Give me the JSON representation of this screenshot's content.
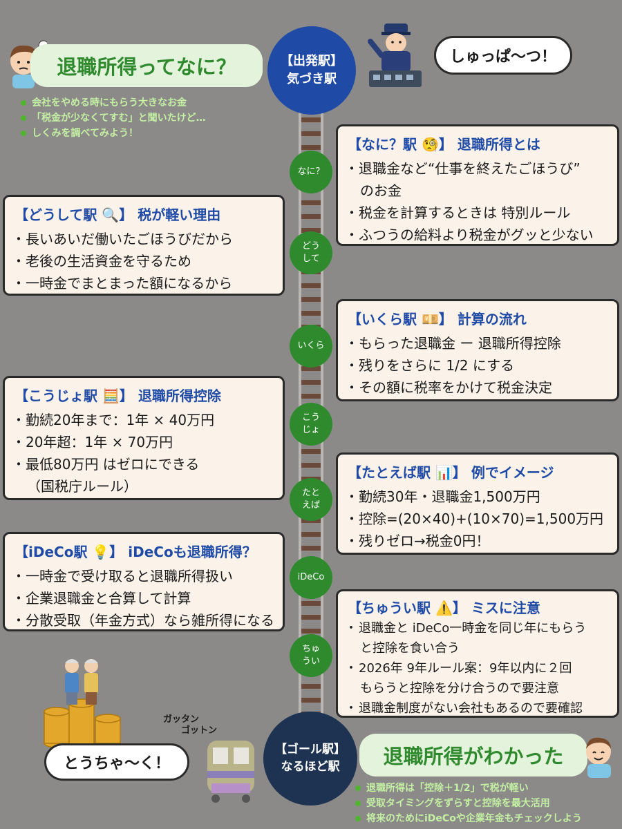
{
  "title_bubble": "退職所得ってなに？",
  "intro_bullets": [
    "会社をやめる時にもらう大きなお金",
    "「税金が少なくてすむ」と聞いたけど…",
    "しくみを調べてみよう！"
  ],
  "start_station": {
    "line1": "【出発駅】",
    "line2": "気づき駅"
  },
  "conductor_speech": "しゅっぱ〜つ！",
  "goal_station": {
    "line1": "【ゴール駅】",
    "line2": "なるほど駅"
  },
  "arrival_speech": "とうちゃ〜く！",
  "train_sound": {
    "line1": "ガッタン",
    "line2": "ゴットン"
  },
  "goal_bubble": "退職所得がわかった",
  "goal_bullets": [
    "退職所得は「控除＋1/2」で税が軽い",
    "受取タイミングをずらすと控除を最大活用",
    "将来のためにiDeCoや企業年金もチェックしよう"
  ],
  "stations": [
    {
      "line1": "なに？",
      "line2": ""
    },
    {
      "line1": "どう",
      "line2": "して"
    },
    {
      "line1": "いくら",
      "line2": ""
    },
    {
      "line1": "こう",
      "line2": "じょ"
    },
    {
      "line1": "たと",
      "line2": "えば"
    },
    {
      "line1": "iDeCo",
      "line2": ""
    },
    {
      "line1": "ちゅ",
      "line2": "うい"
    }
  ],
  "cards": {
    "nani": {
      "tag": "【なに？駅 🧐】",
      "title": "退職所得とは",
      "items": [
        "退職金など“仕事を終えたごほうび”",
        "のお金",
        "税金を計算するときは 特別ルール",
        "ふつうの給料より税金がグッと少ない"
      ]
    },
    "doushite": {
      "tag": "【どうして駅 🔍】",
      "title": "税が軽い理由",
      "items": [
        "長いあいだ働いたごほうびだから",
        "老後の生活資金を守るため",
        "一時金でまとまった額になるから"
      ]
    },
    "ikura": {
      "tag": "【いくら駅 💴】",
      "title": "計算の流れ",
      "items": [
        "もらった退職金 ー 退職所得控除",
        "残りをさらに 1/2 にする",
        "その額に税率をかけて税金決定"
      ]
    },
    "koujo": {
      "tag": "【こうじょ駅 🧮】",
      "title": "退職所得控除",
      "items": [
        "勤続20年まで：1年 × 40万円",
        "20年超：1年 × 70万円",
        "最低80万円 はゼロにできる",
        "（国税庁ルール）"
      ]
    },
    "tatoeba": {
      "tag": "【たとえば駅 📊】",
      "title": "例でイメージ",
      "items": [
        "勤続30年・退職金1,500万円",
        "控除=(20×40)+(10×70)=1,500万円",
        "残りゼロ→税金0円！"
      ]
    },
    "ideco": {
      "tag": "【iDeCo駅 💡】",
      "title": "iDeCoも退職所得？",
      "items": [
        "一時金で受け取ると退職所得扱い",
        "企業退職金と合算して計算",
        "分散受取（年金方式）なら雑所得になる"
      ]
    },
    "chuui": {
      "tag": "【ちゅうい駅 ⚠️】",
      "title": "ミスに注意",
      "items": [
        "退職金と iDeCo一時金を同じ年にもらう",
        "と控除を食い合う",
        "2026年 9年ルール案：9年以内に２回",
        "もらうと控除を分け合うので要注意",
        "退職金制度がない会社もあるので要確認"
      ]
    }
  },
  "colors": {
    "background": "#8c8a89",
    "start": "#1f4aa6",
    "goal": "#1e3352",
    "station": "#2f8a2e",
    "card_title": "#1f4aa6",
    "card_bg": "#fbf3ea"
  }
}
